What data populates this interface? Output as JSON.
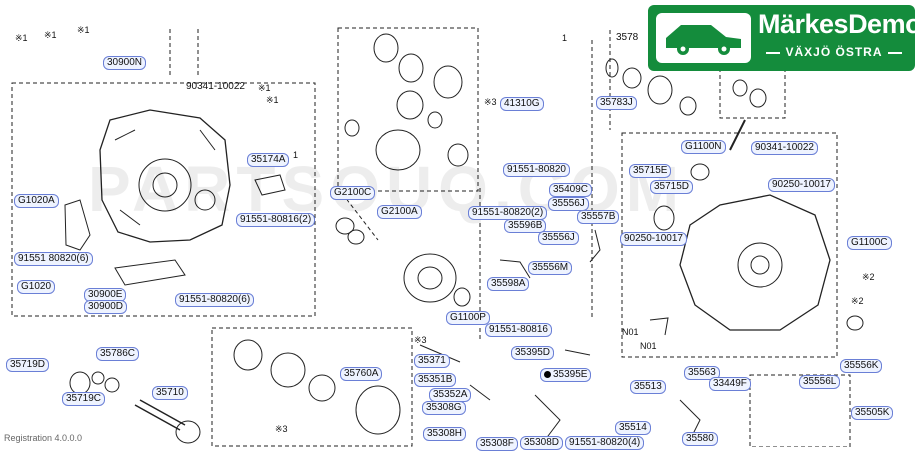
{
  "logo": {
    "name": "MärkesDemo",
    "sub": "VÄXJÖ ÖSTRA"
  },
  "watermark": "PARTSOUQ.COM",
  "footer": "Registration 4.0.0.0",
  "callouts": {
    "c1": "30900N",
    "c2": "90341-10022",
    "c3": "35174A",
    "c4": "G2100C",
    "c5": "G2100A",
    "c6": "91551-80816(2)",
    "c7": "G1020A",
    "c8": "91551 80820(6)",
    "c9": "G1020",
    "c10": "30900E",
    "c11": "30900D",
    "c12": "91551-80820(6)",
    "c13": "41310G",
    "c14": "G1100P",
    "c15": "91551-80820",
    "c16": "35409C",
    "c17": "35556J",
    "c18": "91551-80820(2)",
    "c19": "35596B",
    "c20": "35557B",
    "c21": "35556J",
    "c22": "35556M",
    "c23": "35598A",
    "c24": "91551-80816",
    "c25": "35395D",
    "c26": "35395E",
    "c27": "35371",
    "c28": "35760A",
    "c29": "35351B",
    "c30": "35352A",
    "c31": "35308G",
    "c32": "35308H",
    "c33": "35308F",
    "c34": "35308D",
    "c35": "91551-80820(4)",
    "c36": "35513",
    "c37": "35514",
    "c38": "35563",
    "c39": "33449F",
    "c40": "35580",
    "c41": "35556L",
    "c42": "35505K",
    "c43": "35556K",
    "c44": "G1100C",
    "c45": "90250-10017",
    "c46": "90250-10017",
    "c47": "90341-10022",
    "c48": "G1100N",
    "c49": "35715E",
    "c50": "35715D",
    "c51": "35783J",
    "c52": "3578",
    "c53": "35719D",
    "c54": "35786C",
    "c55": "35719C",
    "c56": "35710"
  },
  "notes": {
    "n1": "※1",
    "n2": "※1",
    "n3": "※1",
    "n4": "※1",
    "n5": "※1",
    "n6": "※3",
    "n7": "※3",
    "n8": "※3",
    "n9": "※2",
    "n10": "※2",
    "n11": "N01",
    "n12": "N01",
    "n13": "1",
    "n14": "1"
  }
}
